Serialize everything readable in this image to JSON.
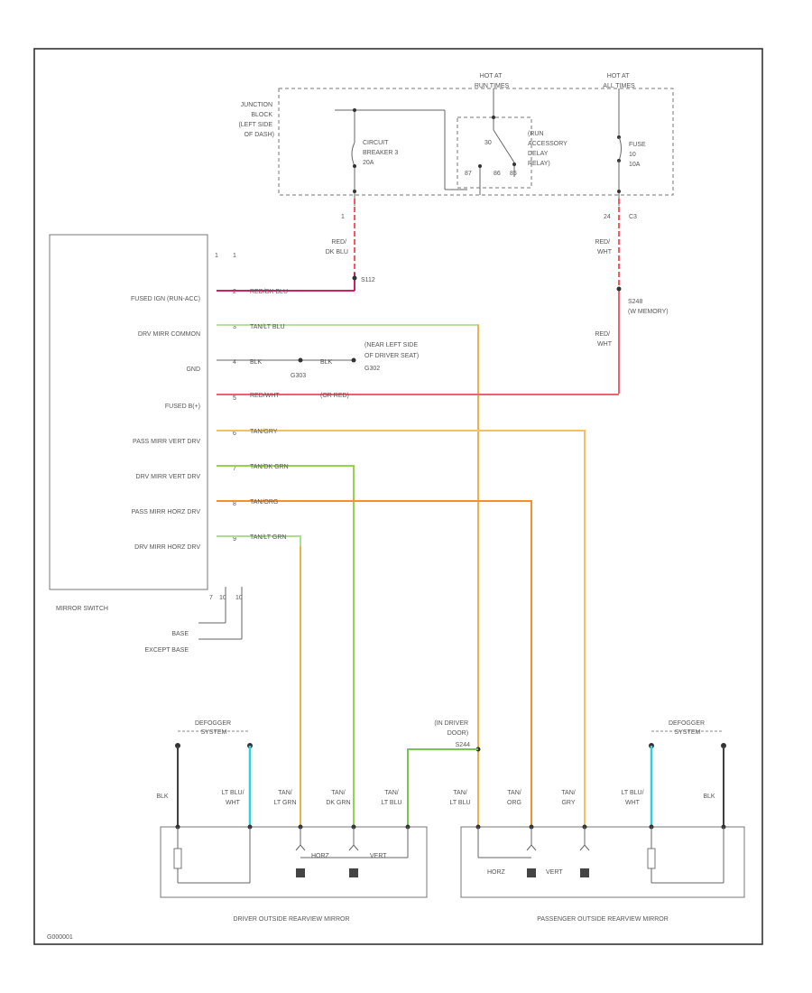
{
  "colors": {
    "red": "#f06070",
    "red_dashed": "#ff5560",
    "magenta": "#cc2060",
    "light_green": "#b8e0a0",
    "green": "#78c850",
    "tan": "#f0b040",
    "orange": "#f08830",
    "orange_light": "#f4a848",
    "cyan": "#30d0e0",
    "black": "#404040"
  },
  "junction_block": {
    "label": [
      "JUNCTION",
      "BLOCK",
      "(LEFT SIDE",
      "OF DASH)"
    ],
    "hot_run": [
      "HOT AT",
      "RUN TIMES"
    ],
    "hot_all": [
      "HOT AT",
      "ALL TIMES"
    ],
    "circuit_breaker": [
      "CIRCUIT",
      "BREAKER 3",
      "20A"
    ],
    "relay": [
      "(RUN",
      "ACCESSORY",
      "DELAY",
      "RELAY)"
    ],
    "relay_pins": {
      "p30": "30",
      "p87": "87",
      "p86": "86",
      "p85": "85"
    },
    "fuse": [
      "FUSE",
      "10",
      "10A"
    ],
    "pin_cb": "1",
    "pin_fuse": "24",
    "conn_fuse": "C3"
  },
  "splices": {
    "s112": "S112",
    "s248": [
      "S248",
      "(W MEMORY)"
    ],
    "g303": "G303",
    "g302": "G302",
    "g302_loc": [
      "(NEAR LEFT SIDE",
      "OF DRIVER SEAT)"
    ]
  },
  "wires": {
    "red_dk_blu": [
      "RED/",
      "DK BLU"
    ],
    "red_wht_top": [
      "RED/",
      "WHT"
    ],
    "red_wht_mid": [
      "RED/",
      "WHT"
    ],
    "pin2_label": "RED/DK BLU",
    "pin3_label": "TAN/LT BLU",
    "pin4_label": "BLK",
    "blk_to_ground": "BLK",
    "pin5_label": "RED/WHT",
    "pin5_right": "(OR RED)",
    "pin6_label": "TAN/GRY",
    "pin7_label": "TAN/DK GRN",
    "pin8_label": "TAN/ORG",
    "pin9_label": "TAN/LT GRN"
  },
  "mirror_switch": {
    "name": "MIRROR SWITCH",
    "functions": [
      "FUSED IGN (RUN-ACC)",
      "DRV MIRR COMMON",
      "GND",
      "FUSED B(+)",
      "PASS MIRR VERT DRV",
      "DRV MIRR VERT DRV",
      "PASS MIRR HORZ DRV",
      "DRV MIRR HORZ DRV"
    ],
    "pins": [
      "2",
      "3",
      "4",
      "5",
      "6",
      "7",
      "8",
      "9"
    ],
    "top_pins": [
      "1",
      "1"
    ],
    "bottom_pins": [
      "7",
      "10",
      "10"
    ],
    "base": "BASE",
    "except_base": "EXCEPT BASE"
  },
  "defogger_left": [
    "DEFOGGER",
    "SYSTEM"
  ],
  "defogger_right": [
    "DEFOGGER",
    "SYSTEM"
  ],
  "driver_door": [
    "(IN DRIVER",
    "DOOR)",
    "S244"
  ],
  "driver_mirror": {
    "name": "DRIVER OUTSIDE REARVIEW MIRROR",
    "wire_labels": [
      [
        "BLK"
      ],
      [
        "LT BLU/",
        "WHT"
      ],
      [
        "TAN/",
        "LT GRN"
      ],
      [
        "TAN/",
        "DK GRN"
      ],
      [
        "TAN/",
        "LT BLU"
      ]
    ],
    "horz": "HORZ",
    "vert": "VERT"
  },
  "passenger_mirror": {
    "name": "PASSENGER OUTSIDE REARVIEW MIRROR",
    "wire_labels": [
      [
        "TAN/",
        "LT BLU"
      ],
      [
        "TAN/",
        "ORG"
      ],
      [
        "TAN/",
        "GRY"
      ],
      [
        "LT BLU/",
        "WHT"
      ],
      [
        "BLK"
      ]
    ],
    "horz": "HORZ",
    "vert": "VERT"
  },
  "footer_code": "G000001"
}
